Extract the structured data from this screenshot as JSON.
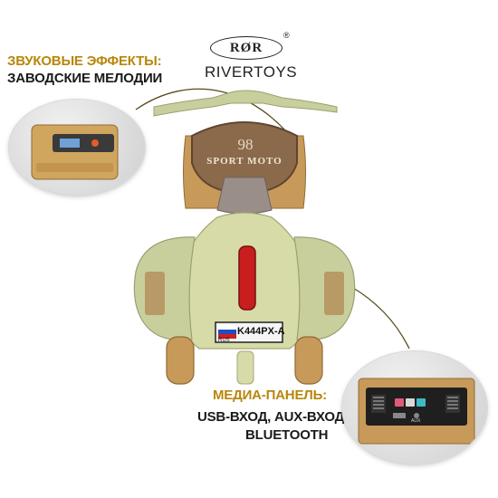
{
  "brand": {
    "logo_text": "RØR",
    "registered_mark": "®",
    "name": "RIVERTOYS"
  },
  "sound_effects": {
    "title": "ЗВУКОВЫЕ ЭФФЕКТЫ:",
    "subtitle": "ЗАВОДСКИЕ МЕЛОДИИ"
  },
  "media_panel": {
    "title": "МЕДИА-ПАНЕЛЬ:",
    "line1": "USB-ВХОД, AUX-ВХОД",
    "line2": "BLUETOOTH",
    "aux_label": "AUX"
  },
  "scooter": {
    "badge_number": "98",
    "badge_text": "SPORT MOTO",
    "plate_number": "K444PX-A",
    "plate_country": "RUS"
  },
  "colors": {
    "accent_gold": "#b8860b",
    "body_green": "#c9cf9c",
    "trim_tan": "#c79a5a",
    "taillight_red": "#c81e1e"
  }
}
